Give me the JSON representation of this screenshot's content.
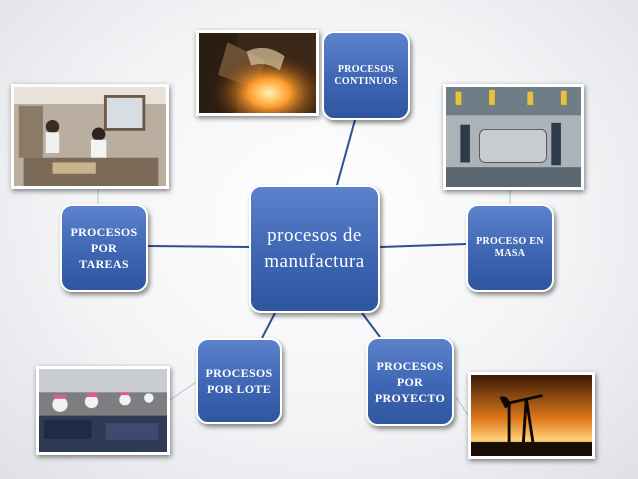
{
  "diagram": {
    "center": {
      "label": "procesos de\nmanufactura"
    },
    "nodes": {
      "continuos": {
        "label": "PROCESOS\nCONTINUOS"
      },
      "masa": {
        "label": "PROCESO  EN\nMASA"
      },
      "proyecto": {
        "label": "PROCESOS\nPOR\nPROYECTO"
      },
      "lote": {
        "label": "PROCESOS\nPOR LOTE"
      },
      "tareas": {
        "label": "PROCESOS\nPOR\nTAREAS"
      }
    },
    "photos": {
      "continuos": "foundry-molten-metal-photo",
      "masa": "car-assembly-line-photo",
      "proyecto": "oil-pumpjack-sunset-photo",
      "lote": "garment-factory-workers-photo",
      "tareas": "workshop-framing-photo"
    }
  },
  "colors": {
    "node_fill": "#3e66b3",
    "node_border": "#ffffff",
    "connector": "#2f4f8f"
  }
}
